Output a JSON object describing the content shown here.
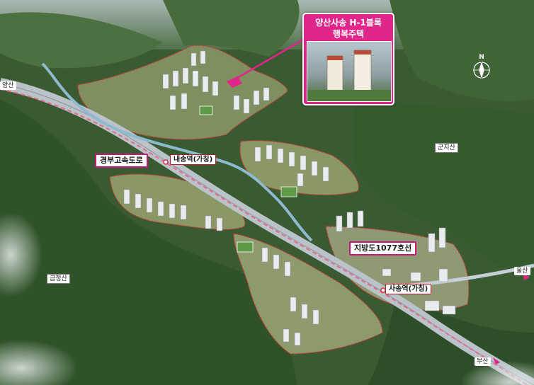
{
  "callout": {
    "title_line1": "양산사송 H-1블록",
    "title_line2": "행복주택"
  },
  "labels": {
    "highway": "경부고속도로",
    "local_road": "지방도1077호선",
    "station_north": "내송역(가칭)",
    "station_south": "사송역(가칭)"
  },
  "mountains": {
    "east": "군지산",
    "west": "금정산"
  },
  "directions": {
    "left_edge": "양산",
    "ulsan": "울산",
    "busan": "부산"
  },
  "compass": {
    "north_letter": "N"
  },
  "colors": {
    "accent_pink": "#e2258a",
    "boundary_red": "#d9303a",
    "rail_pink": "#e96a8a",
    "forest": "#3b5e33",
    "road": "#c7cfd6"
  }
}
